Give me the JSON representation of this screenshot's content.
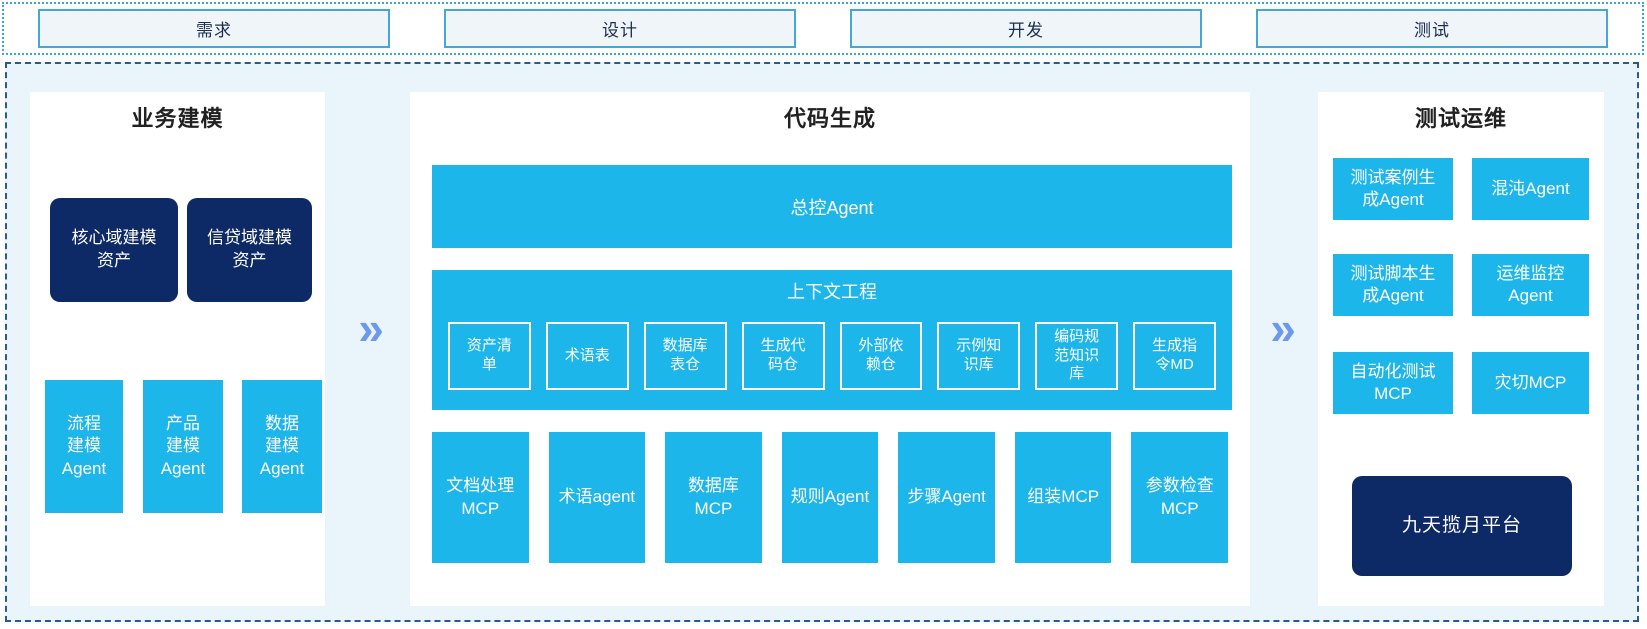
{
  "colors": {
    "accent_cyan": "#1db6ea",
    "navy": "#0e2a66",
    "container_bg": "#e9f4fb",
    "flow_border": "#35a9da",
    "main_border": "#2a5a96",
    "arrow_blue": "#6d98ee"
  },
  "top_flow": {
    "stages": [
      "需求",
      "设计",
      "开发",
      "测试"
    ]
  },
  "arrows": {
    "glyph": "»"
  },
  "panels": {
    "business_modeling": {
      "title": "业务建模",
      "asset_boxes": [
        "核心域建模\n资产",
        "信贷域建模\n资产"
      ],
      "agent_boxes": [
        "流程\n建模\nAgent",
        "产品\n建模\nAgent",
        "数据\n建模\nAgent"
      ]
    },
    "code_generation": {
      "title": "代码生成",
      "master_agent": "总控Agent",
      "context_engineering": {
        "title": "上下文工程",
        "items": [
          "资产清\n单",
          "术语表",
          "数据库\n表仓",
          "生成代\n码仓",
          "外部依\n赖仓",
          "示例知\n识库",
          "编码规\n范知识\n库",
          "生成指\n令MD"
        ]
      },
      "mcp_row": [
        "文档处理\nMCP",
        "术语agent",
        "数据库\nMCP",
        "规则Agent",
        "步骤Agent",
        "组装MCP",
        "参数检查\nMCP"
      ]
    },
    "test_ops": {
      "title": "测试运维",
      "grid": [
        "测试案例生\n成Agent",
        "混沌Agent",
        "测试脚本生\n成Agent",
        "运维监控\nAgent",
        "自动化测试\nMCP",
        "灾切MCP"
      ],
      "platform": "九天揽月平台"
    }
  }
}
